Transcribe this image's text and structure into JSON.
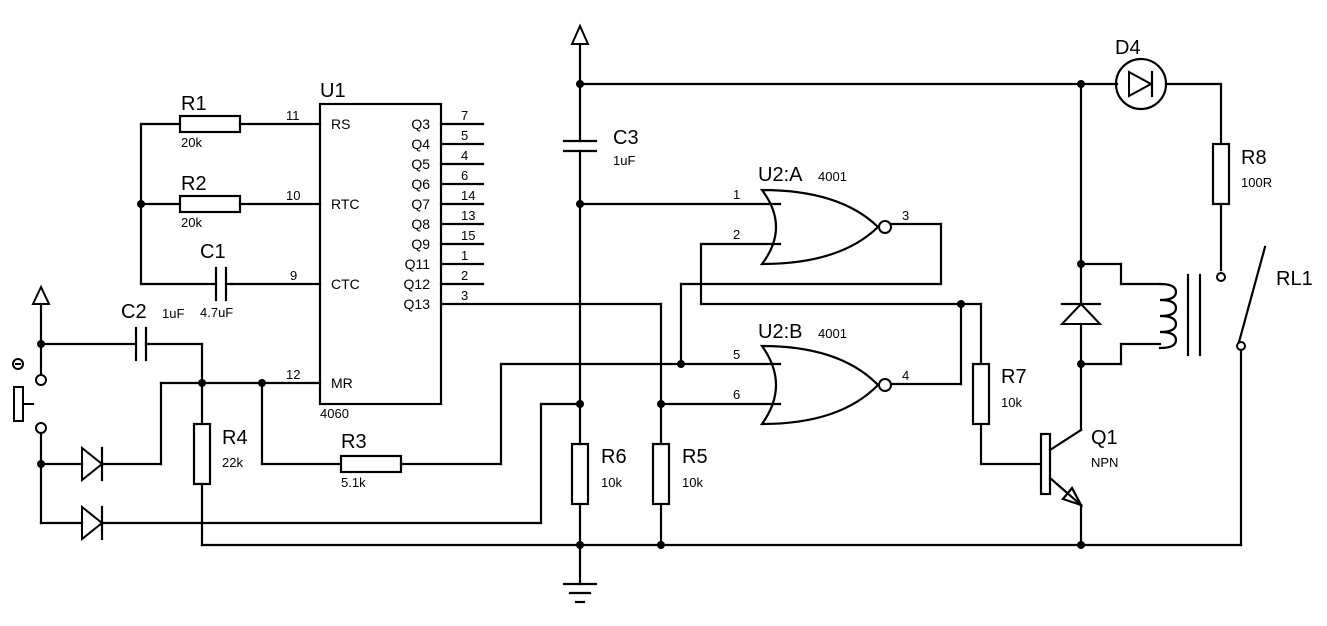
{
  "components": {
    "U1": {
      "ref": "U1",
      "value": "4060",
      "pins_left": [
        {
          "num": "11",
          "name": "RS"
        },
        {
          "num": "10",
          "name": "RTC"
        },
        {
          "num": "9",
          "name": "CTC"
        },
        {
          "num": "12",
          "name": "MR"
        }
      ],
      "pins_right": [
        {
          "num": "7",
          "name": "Q3"
        },
        {
          "num": "5",
          "name": "Q4"
        },
        {
          "num": "4",
          "name": "Q5"
        },
        {
          "num": "6",
          "name": "Q6"
        },
        {
          "num": "14",
          "name": "Q7"
        },
        {
          "num": "13",
          "name": "Q8"
        },
        {
          "num": "15",
          "name": "Q9"
        },
        {
          "num": "1",
          "name": "Q11"
        },
        {
          "num": "2",
          "name": "Q12"
        },
        {
          "num": "3",
          "name": "Q13"
        }
      ]
    },
    "U2A": {
      "ref": "U2:A",
      "value": "4001",
      "pins": [
        "1",
        "2",
        "3"
      ]
    },
    "U2B": {
      "ref": "U2:B",
      "value": "4001",
      "pins": [
        "5",
        "6",
        "4"
      ]
    },
    "R1": {
      "ref": "R1",
      "value": "20k"
    },
    "R2": {
      "ref": "R2",
      "value": "20k"
    },
    "R3": {
      "ref": "R3",
      "value": "5.1k"
    },
    "R4": {
      "ref": "R4",
      "value": "22k"
    },
    "R5": {
      "ref": "R5",
      "value": "10k"
    },
    "R6": {
      "ref": "R6",
      "value": "10k"
    },
    "R7": {
      "ref": "R7",
      "value": "10k"
    },
    "R8": {
      "ref": "R8",
      "value": "100R"
    },
    "C1": {
      "ref": "C1",
      "value": "4.7uF"
    },
    "C2": {
      "ref": "C2",
      "value": "1uF"
    },
    "C3": {
      "ref": "C3",
      "value": "1uF"
    },
    "D4": {
      "ref": "D4"
    },
    "Q1": {
      "ref": "Q1",
      "value": "NPN"
    },
    "RL1": {
      "ref": "RL1"
    }
  },
  "colors": {
    "line": "#000000",
    "background": "#ffffff"
  }
}
